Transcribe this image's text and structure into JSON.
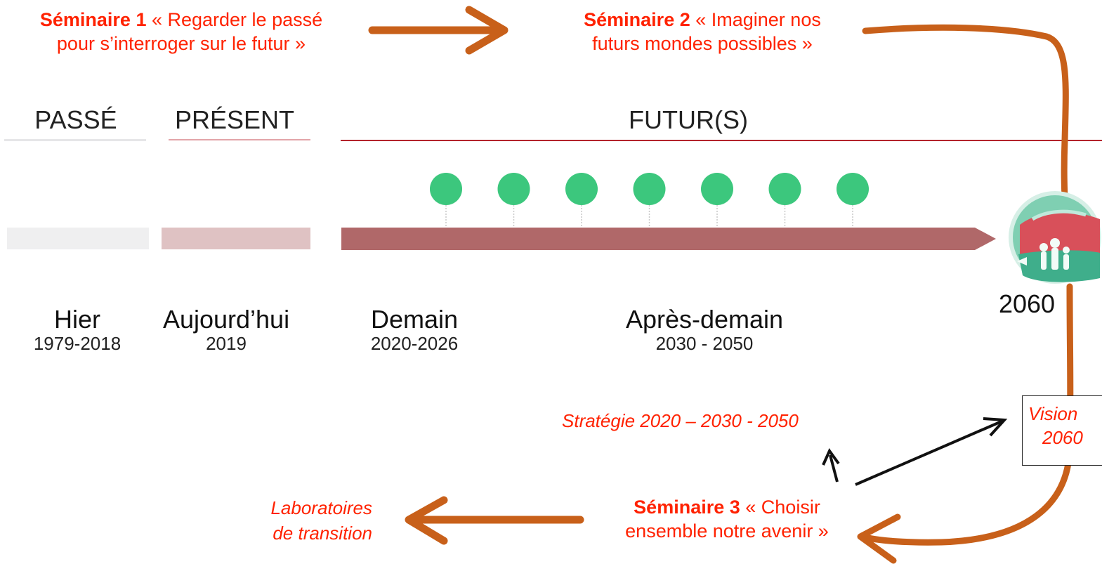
{
  "seminars": [
    {
      "prefix": "Séminaire 1",
      "line1_rest": " « Regarder le passé",
      "line2": "pour s’interroger sur le futur »"
    },
    {
      "prefix": "Séminaire 2",
      "line1_rest": " « Imaginer nos",
      "line2": "futurs mondes possibles »"
    },
    {
      "prefix": "Séminaire 3",
      "line1_rest": " « Choisir",
      "line2": "ensemble notre avenir »"
    }
  ],
  "period_headers": {
    "past": "PASSÉ",
    "present": "PRÉSENT",
    "future": "FUTUR(S)"
  },
  "timeline": {
    "milestone_count": 7,
    "end_year": "2060",
    "colors": {
      "past_bar": "#efeff0",
      "present_bar": "#dfc2c3",
      "future_bar": "#b06869",
      "milestone": "#3cc77d",
      "future_rule": "#b3232b",
      "orange_arrow": "#c8601a"
    }
  },
  "periods": [
    {
      "name": "Hier",
      "years": "1979-2018"
    },
    {
      "name": "Aujourd’hui",
      "years": "2019"
    },
    {
      "name": "Demain",
      "years": "2020-2026"
    },
    {
      "name": "Après-demain",
      "years": "2030 - 2050"
    }
  ],
  "strategy": "Stratégie 2020 – 2030 - 2050",
  "laboratories": {
    "line1": "Laboratoires",
    "line2": "de transition"
  },
  "vision": {
    "line1": "Vision",
    "line2": "2060"
  }
}
